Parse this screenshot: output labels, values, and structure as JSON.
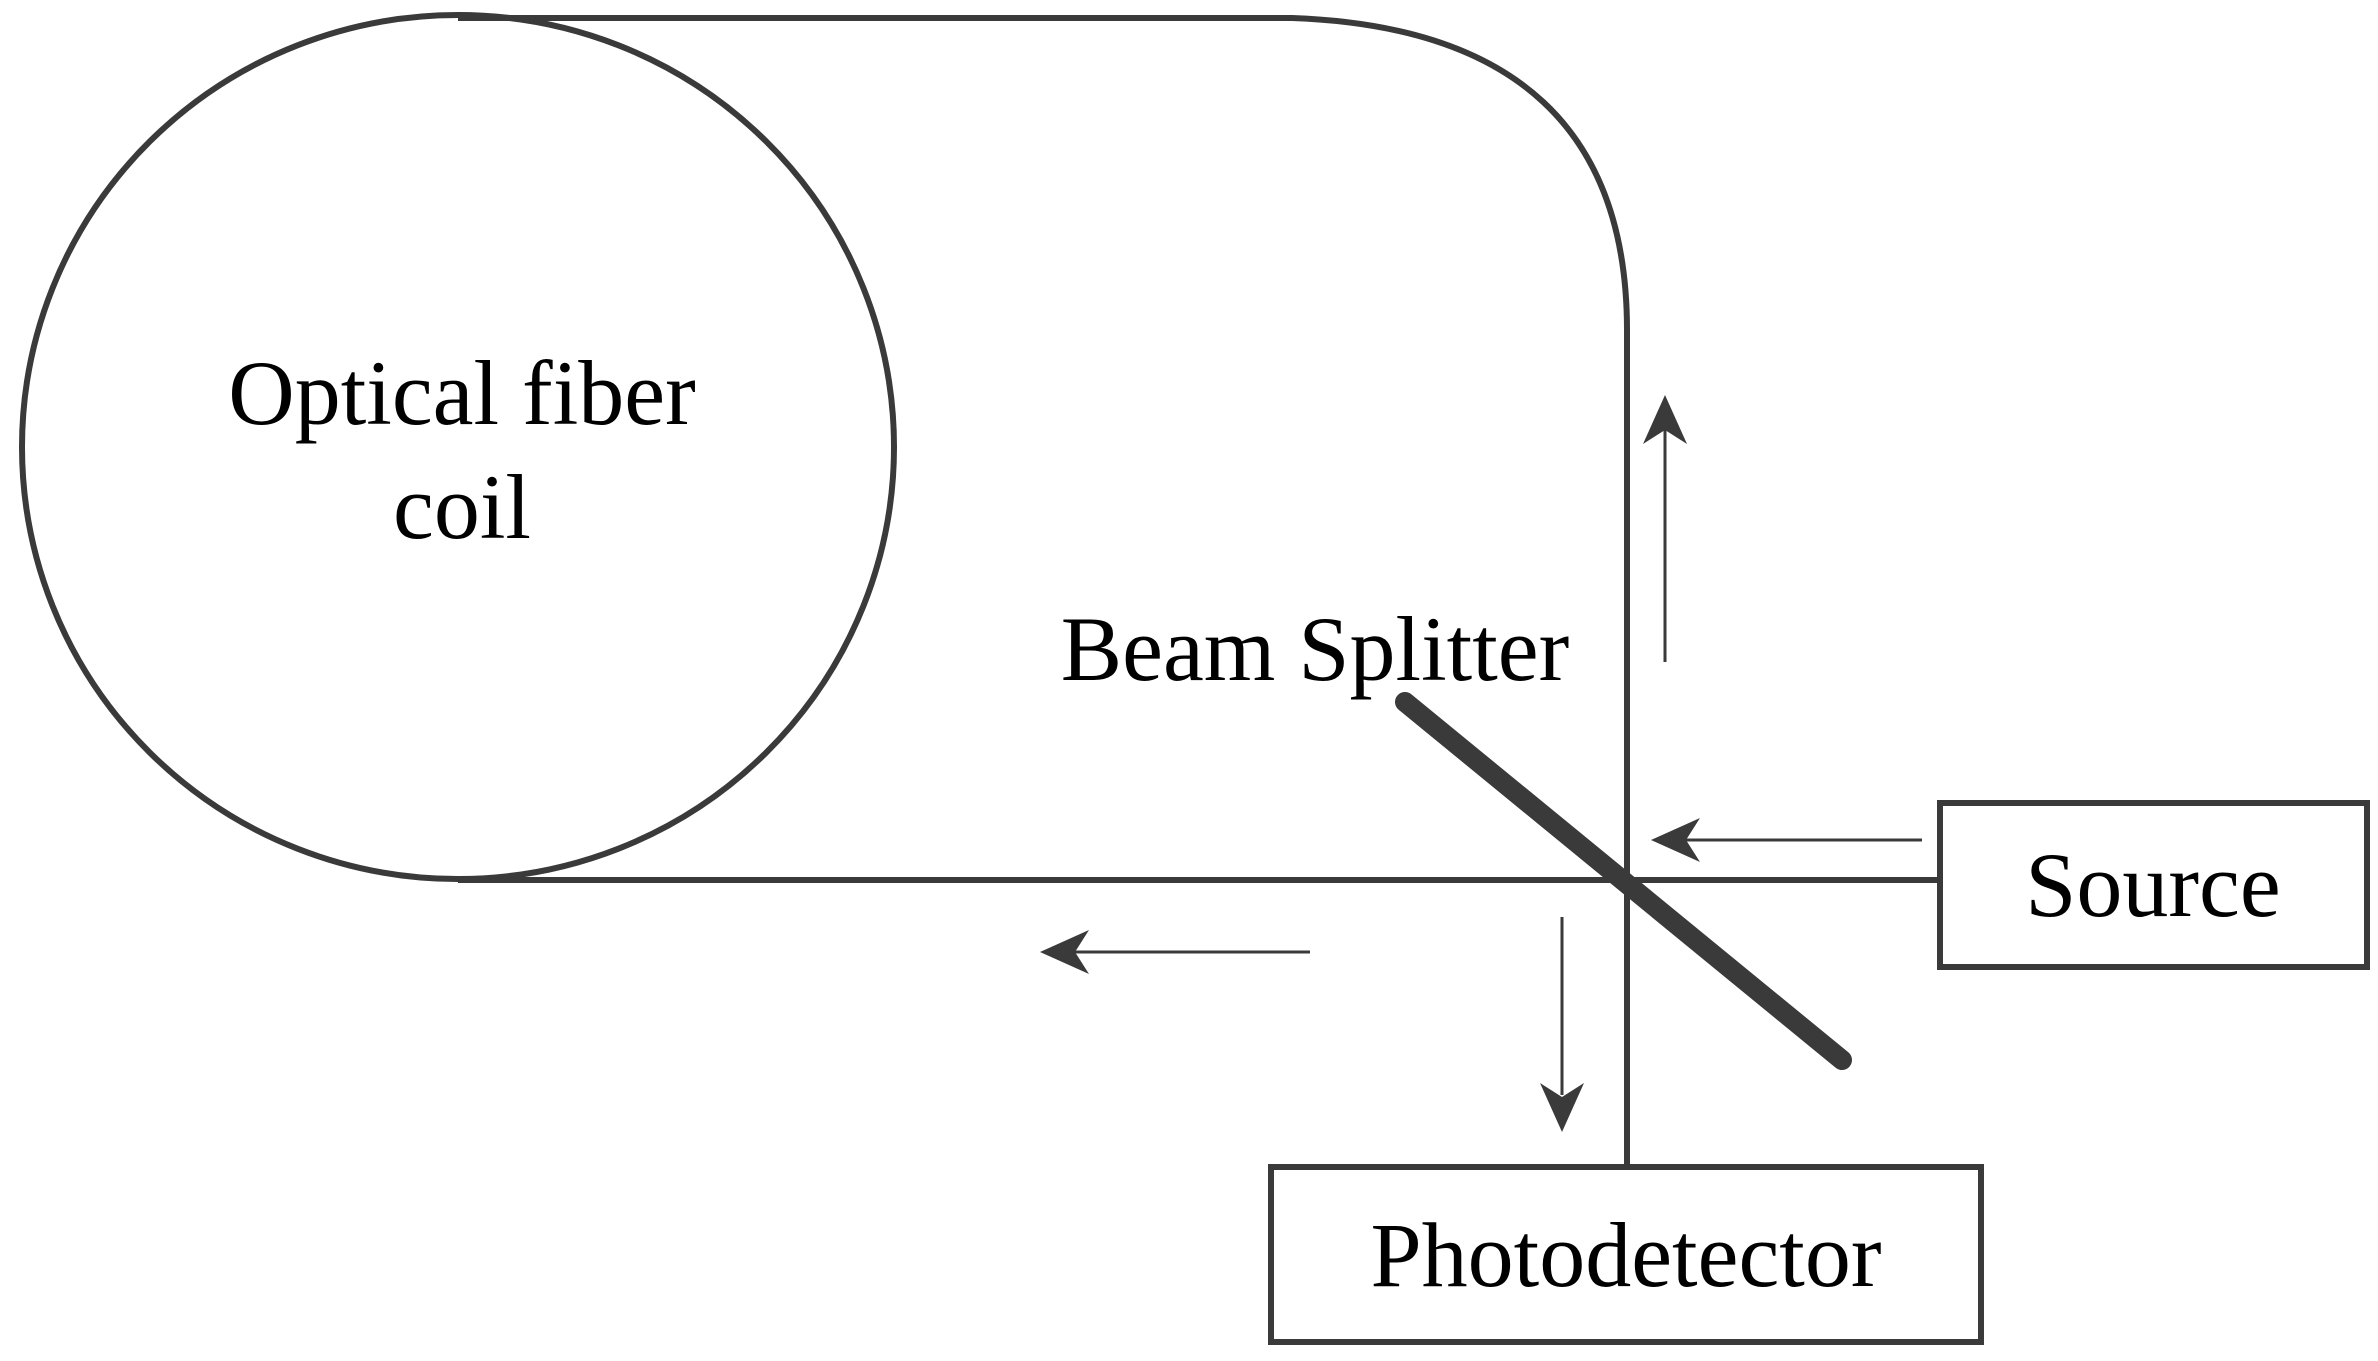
{
  "labels": {
    "coil_line1": "Optical fiber",
    "coil_line2": "coil",
    "beam_splitter": "Beam Splitter",
    "source": "Source",
    "photodetector": "Photodetector"
  },
  "colors": {
    "stroke": "#3a3a3a",
    "text": "#000000",
    "background": "#ffffff"
  }
}
